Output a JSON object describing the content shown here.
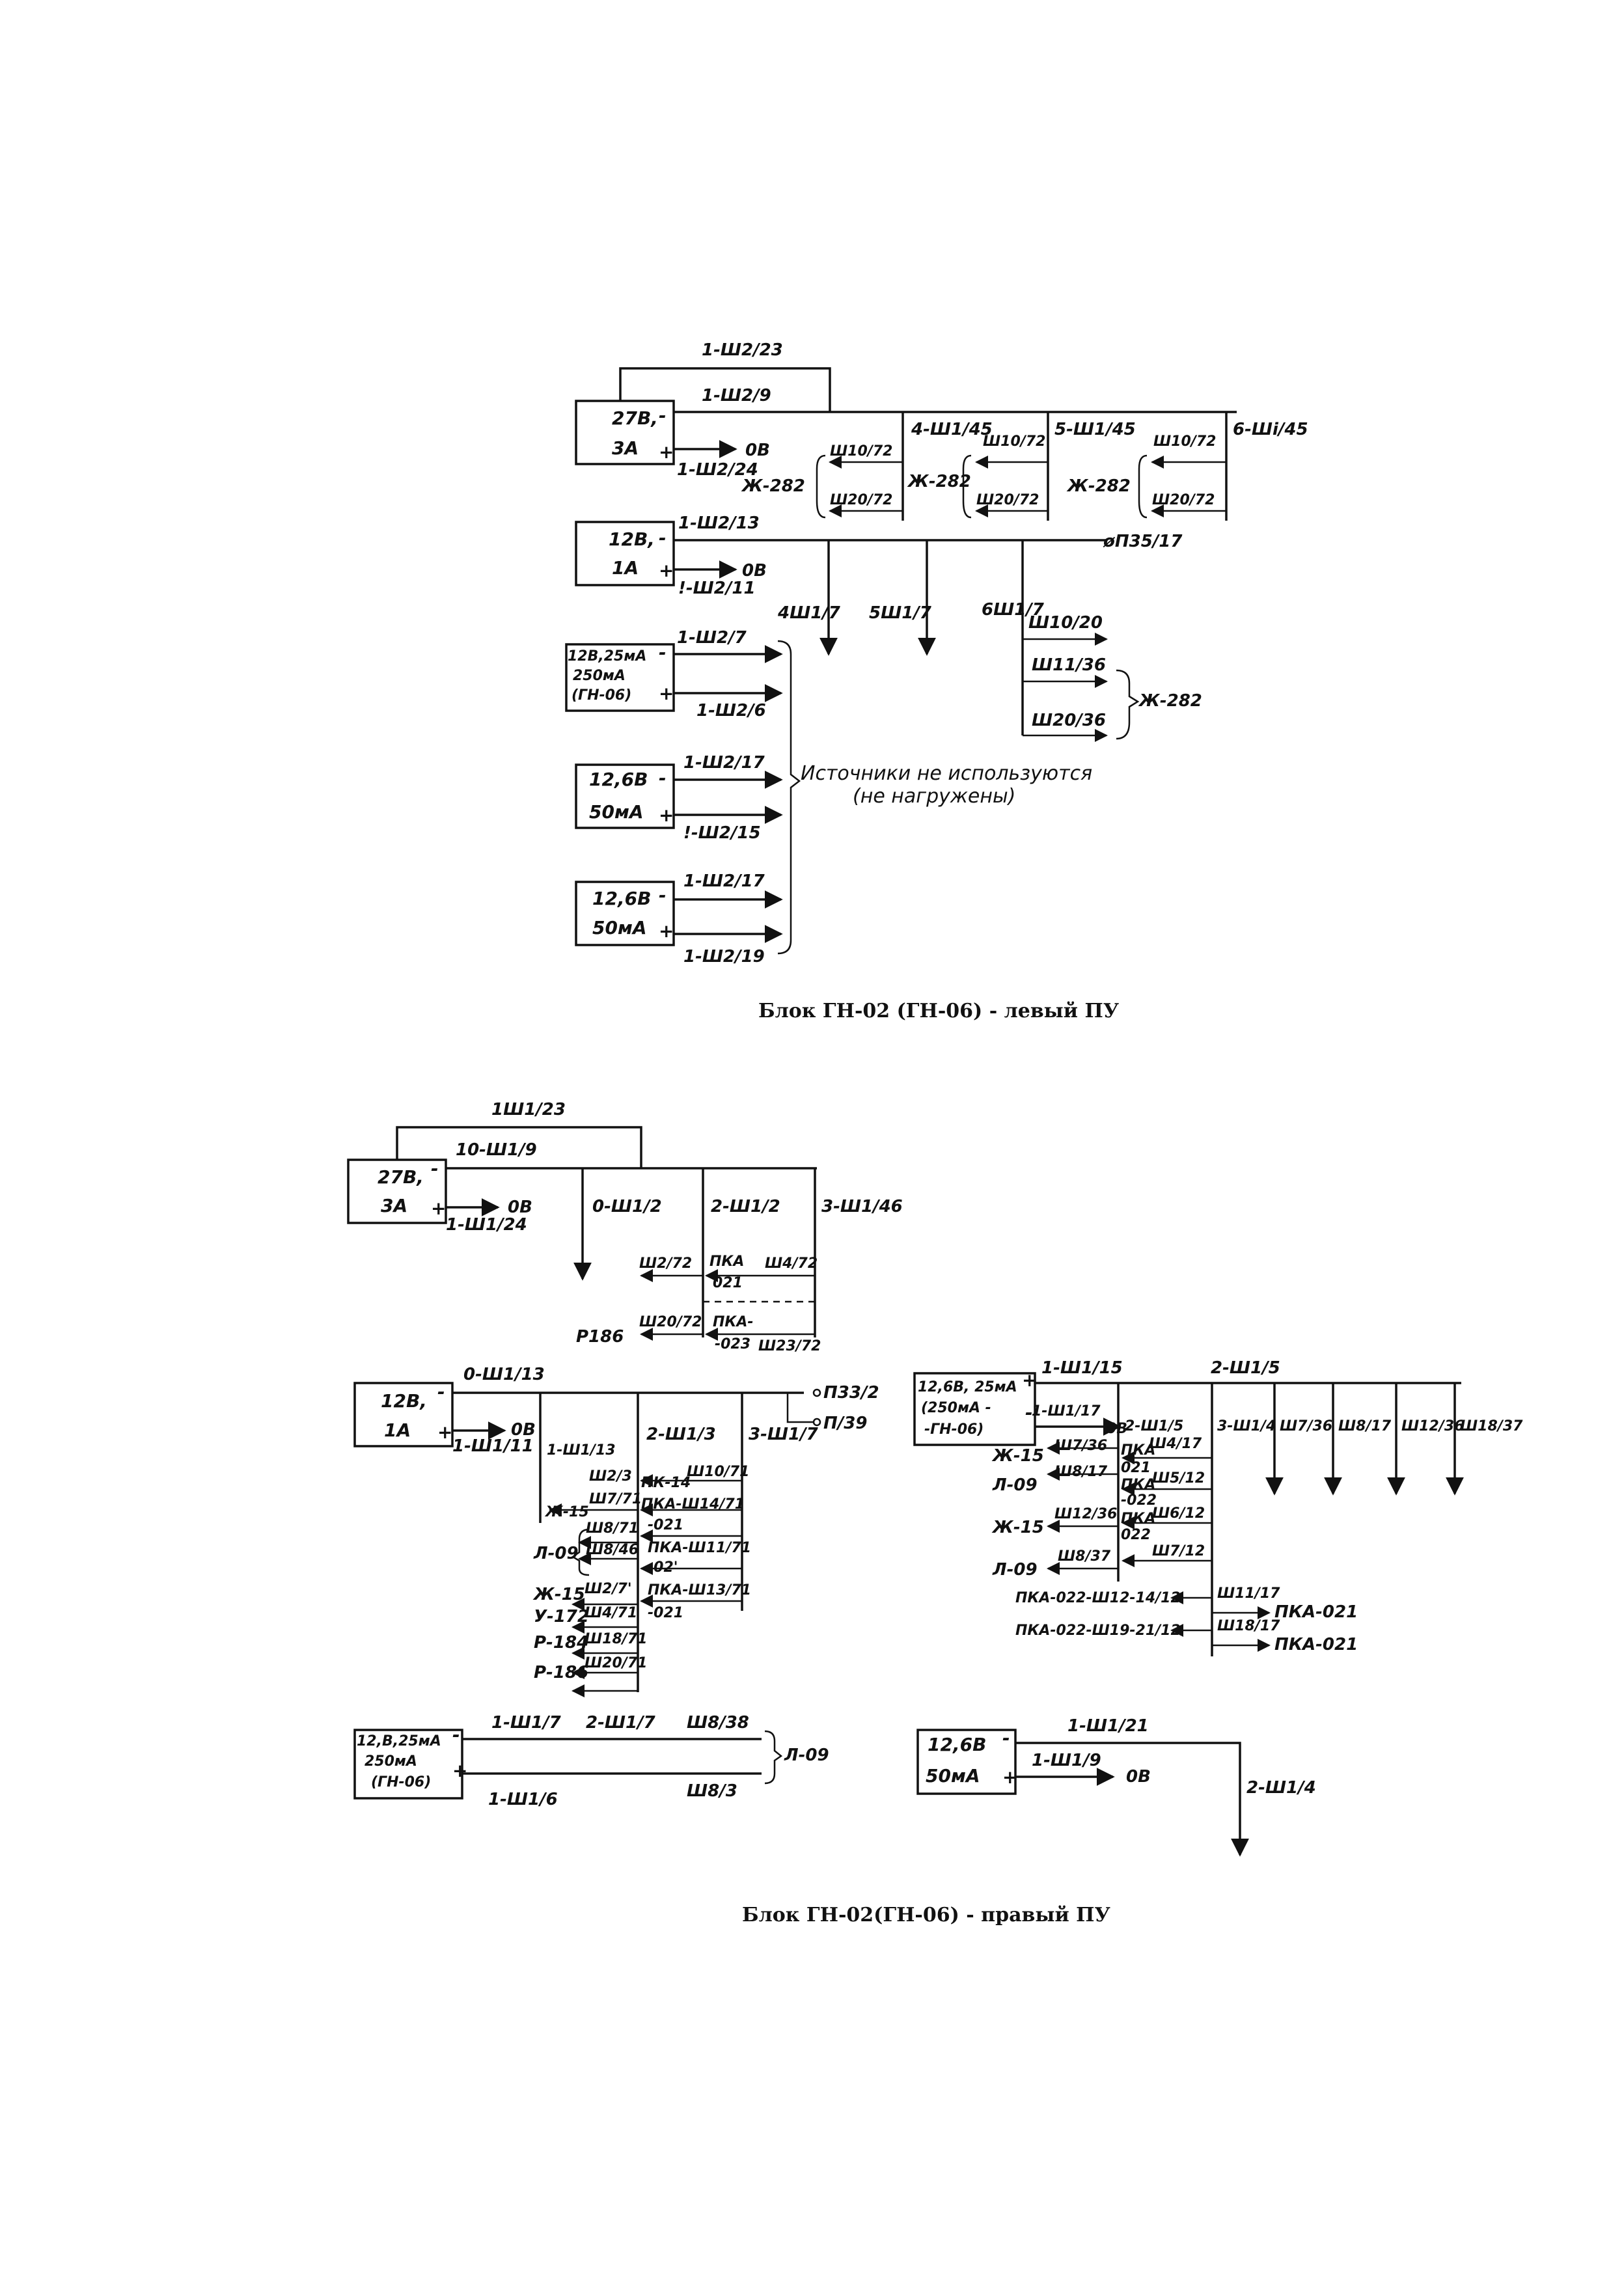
{
  "captions": {
    "left": "Блок ГН-02 (ГН-06) - левый ПУ",
    "right": "Блок ГН-02(ГН-06) - правый ПУ"
  },
  "left_pu": {
    "sources": [
      {
        "lines": [
          "27В,",
          "3А"
        ],
        "pins": [
          "-",
          "+"
        ]
      },
      {
        "lines": [
          "12В,",
          "1А"
        ],
        "pins": [
          "-",
          "+"
        ]
      },
      {
        "lines": [
          "12В,25мА",
          "250мА",
          "(ГН-06)"
        ],
        "pins": [
          "-",
          "+"
        ]
      },
      {
        "lines": [
          "12,6В",
          "50мА"
        ],
        "pins": [
          "-",
          "+"
        ]
      },
      {
        "lines": [
          "12,6В",
          "50мА"
        ],
        "pins": [
          "-",
          "+"
        ]
      }
    ],
    "labels": {
      "s1_loop": "1-Ш2/23",
      "s1_minus": "1-Ш2/9",
      "s1_plus_out": "0В",
      "s1_plus": "1-Ш2/24",
      "tap1": "4-Ш1/45",
      "tap2": "5-Ш1/45",
      "tap3": "6-Шi/45",
      "sh10": "Ш10/72",
      "sh20": "Ш20/72",
      "zh282": "Ж-282",
      "s2_minus": "1-Ш2/13",
      "s2_plus": "!-Ш2/11",
      "s2_plus_out": "0В",
      "s2_end": "øП35/17",
      "d1": "4Ш1/7",
      "d2": "5Ш1/7",
      "d3": "6Ш1/7",
      "b1": "Ш10/20",
      "b2": "Ш11/36",
      "b3": "Ш20/36",
      "bz": "Ж-282",
      "s3_minus": "1-Ш2/7",
      "s3_plus": "1-Ш2/6",
      "s4_minus": "1-Ш2/17",
      "s4_plus": "!-Ш2/15",
      "s5_minus": "1-Ш2/17",
      "s5_plus": "1-Ш2/19",
      "note1": "Источники не используются",
      "note2": "(не нагружены)"
    }
  },
  "right_pu": {
    "sources": [
      {
        "lines": [
          "27В,",
          "3А"
        ],
        "pins": [
          "-",
          "+"
        ]
      },
      {
        "lines": [
          "12В,",
          "1А"
        ],
        "pins": [
          "-",
          "+"
        ]
      },
      {
        "lines": [
          "12,6В, 25мА",
          "(250мА -",
          "-ГН-06)"
        ],
        "pins": [
          "+",
          "-"
        ]
      },
      {
        "lines": [
          "12,В,25мА",
          "250мА",
          "(ГН-06)"
        ],
        "pins": [
          "-",
          "+"
        ]
      },
      {
        "lines": [
          "12,6В",
          "50мА"
        ],
        "pins": [
          "-",
          "+"
        ]
      }
    ],
    "labels": {
      "a_loop": "1Ш1/23",
      "a_minus": "10-Ш1/9",
      "a_plus_out": "0В",
      "a_plus": "1-Ш1/24",
      "a_t1": "0-Ш1/2",
      "a_t2": "2-Ш1/2",
      "a_t3": "3-Ш1/46",
      "a_l1": "Ш2/72",
      "a_l2": "ПКА",
      "a_l3": "021",
      "a_l4": "Ш4/72",
      "a_l5": "Р186",
      "a_l6": "Ш20/72",
      "a_l7": "ПКА-",
      "a_l8": "-023",
      "a_l9": "Ш23/72",
      "b_minus": "0-Ш1/13",
      "b_plus": "1-Ш1/11",
      "b_plus_out": "0В",
      "b_p33": "П33/2",
      "b_p39": "П/39",
      "b_t1": "1-Ш1/13",
      "b_t2": "2-Ш1/3",
      "b_t3": "3-Ш1/7",
      "b_r1": "Ш2/3",
      "b_r2": "ПК-14",
      "b_r3": "Ш10/71",
      "b_r4": "Ж-15",
      "b_r5": "Ш7/71",
      "b_r6": "ПКА-Ш14/71",
      "b_r7": "Ш8/71",
      "b_r8": "-021",
      "b_r9": "Л-09",
      "b_r10": "Ш8/46",
      "b_r11": "ПКА-Ш11/71",
      "b_r12": "-02'",
      "b_r13": "Ж-15",
      "b_r14": "Ш2/7'",
      "b_r15": "ПКА-Ш13/71",
      "b_r16": "У-172",
      "b_r17": "Ш4/71",
      "b_r18": "-021",
      "b_r19": "Р-184",
      "b_r20": "Ш18/71",
      "b_r21": "Р-186",
      "b_r22": "Ш20/71",
      "c_minus": "1-Ш1/15",
      "c_top": "2-Ш1/5",
      "c_sub": "1-Ш1/17",
      "c_0v": "0В",
      "c_t1": "2-Ш1/5",
      "c_t2": "3-Ш1/4",
      "c_t3": "Ш7/36",
      "c_t4": "Ш8/17",
      "c_t5": "Ш12/36",
      "c_t6": "Ш18/37",
      "c_r1": "Ж-15",
      "c_r2": "Ш7/36",
      "c_r3": "ПКА",
      "c_r4": "Ш4/17",
      "c_r5": "Л-09",
      "c_r6": "Ш8/17",
      "c_r7": "021",
      "c_r8": "ПКА",
      "c_r9": "Ш5/12",
      "c_r10": "-022",
      "c_r11": "Ж-15",
      "c_r12": "Ш12/36",
      "c_r13": "ПКА",
      "c_r14": "Ш6/12",
      "c_r15": "022",
      "c_r16": "Л-09",
      "c_r17": "Ш8/37",
      "c_r18": "Ш7/12",
      "c_r19": "ПКА-022-Ш12-14/12",
      "c_r20": "Ш11/17",
      "c_r21": "ПКА-021",
      "c_r22": "ПКА-022-Ш19-21/12",
      "c_r23": "Ш18/17",
      "c_r24": "ПКА-021",
      "d_minus": "1-Ш1/7",
      "d_mid": "2-Ш1/7",
      "d_end1": "Ш8/38",
      "d_plus": "1-Ш1/6",
      "d_end2": "Ш8/3",
      "d_bracket": "Л-09",
      "e_minus": "1-Ш1/21",
      "e_plus": "1-Ш1/9",
      "e_0v": "0В",
      "e_down": "2-Ш1/4"
    }
  }
}
